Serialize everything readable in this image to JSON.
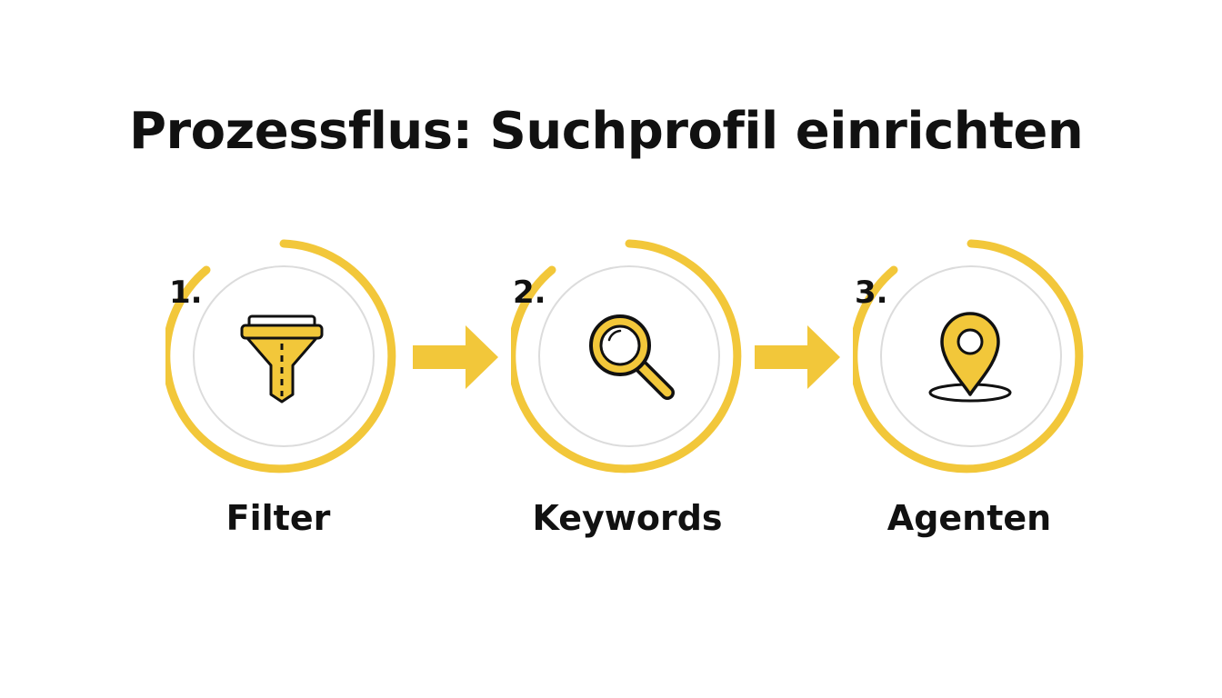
{
  "title": "Prozessflus: Suchprofil einrichten",
  "accent_color": "#F2C73A",
  "steps": [
    {
      "number": "1.",
      "label": "Filter",
      "icon": "funnel-icon"
    },
    {
      "number": "2.",
      "label": "Keywords",
      "icon": "magnifier-icon"
    },
    {
      "number": "3.",
      "label": "Agenten",
      "icon": "location-pin-icon"
    }
  ]
}
